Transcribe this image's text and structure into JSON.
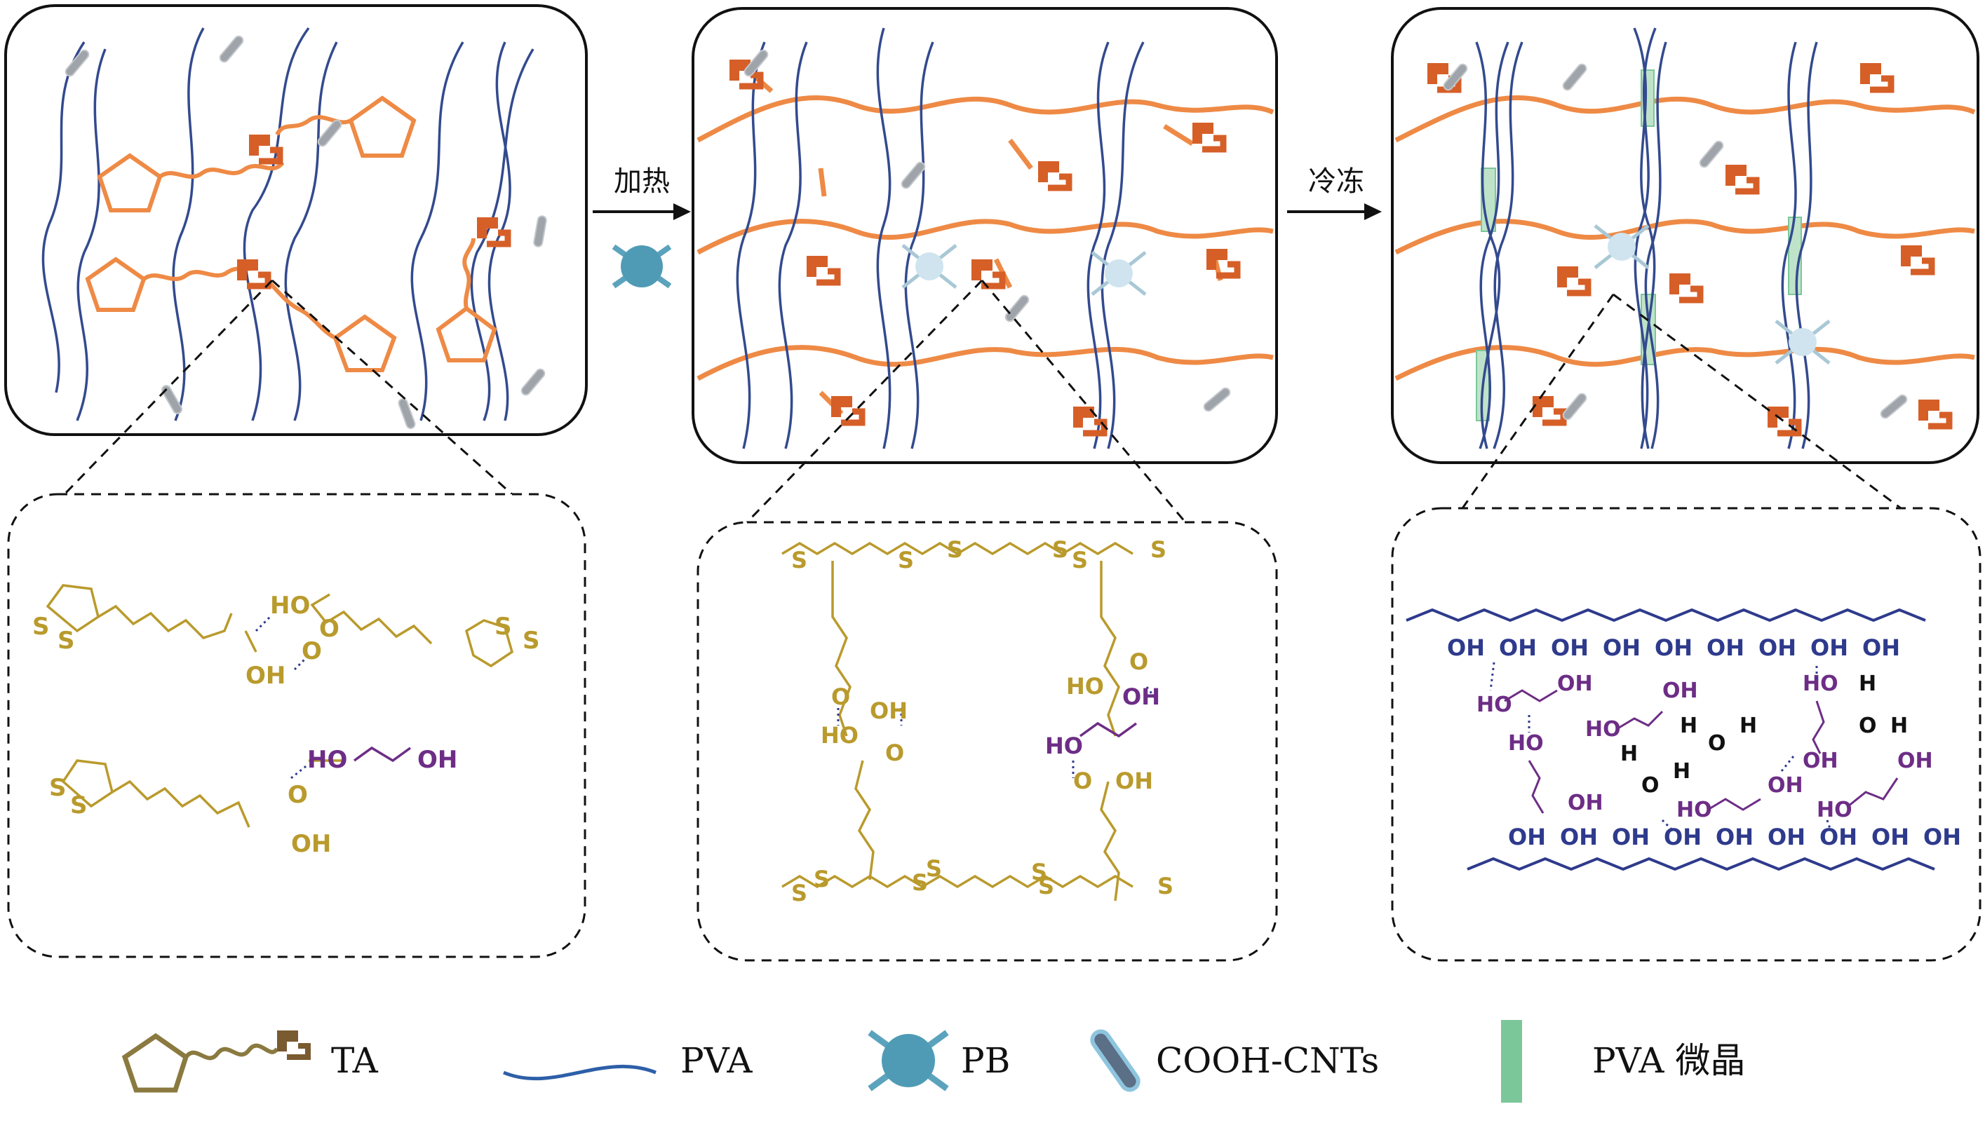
{
  "steps": {
    "heat": "加热",
    "freeze": "冷冻"
  },
  "chem": {
    "oh": "OH",
    "ho": "HO",
    "o": "O",
    "s": "S",
    "h": "H"
  },
  "legend": [
    {
      "key": "ta",
      "label": "TA"
    },
    {
      "key": "pva",
      "label": "PVA"
    },
    {
      "key": "pb",
      "label": "PB"
    },
    {
      "key": "cnt",
      "label": "COOH-CNTs"
    },
    {
      "key": "crystal",
      "label": "PVA 微晶"
    }
  ],
  "colors": {
    "ta": "#ee8a45",
    "ta_dark": "#d65f28",
    "pva": "#334a8e",
    "pb": "#5ba3bd",
    "cnt": "#9fa4aa",
    "crystal": "#7cc79a",
    "chem_ta": "#b99a2c",
    "chem_eg": "#6d2d86",
    "chem_pva": "#2e3a8c",
    "chem_water": "#111111"
  }
}
